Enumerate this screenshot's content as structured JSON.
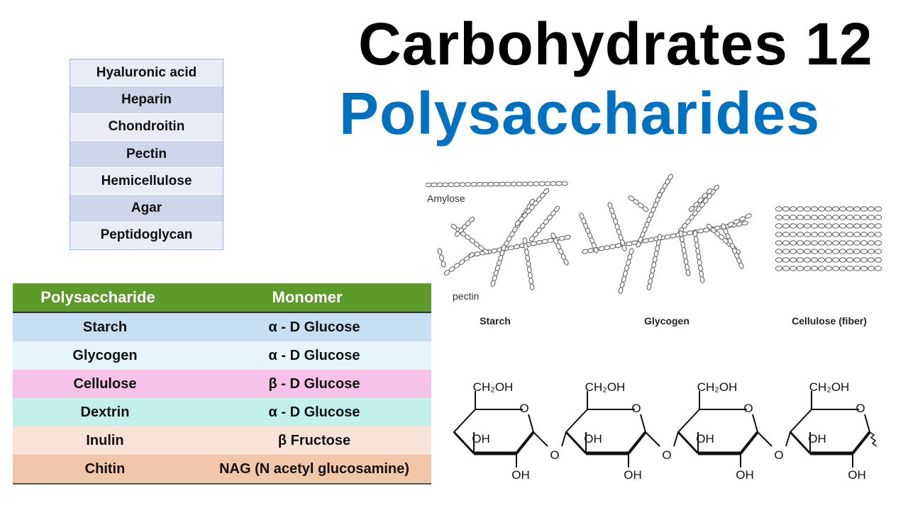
{
  "title": {
    "line1": "Carbohydrates 12",
    "line2": "Polysaccharides"
  },
  "list_table": [
    "Hyaluronic acid",
    "Heparin",
    "Chondroitin",
    "Pectin",
    "Hemicellulose",
    "Agar",
    "Peptidoglycan"
  ],
  "poly_table": {
    "headers": [
      "Polysaccharide",
      "Monomer"
    ],
    "rows": [
      {
        "name": "Starch",
        "monomer": "α - D Glucose",
        "color": "#c6dff2"
      },
      {
        "name": "Glycogen",
        "monomer": "α - D Glucose",
        "color": "#e5f5fb"
      },
      {
        "name": "Cellulose",
        "monomer": "β - D Glucose",
        "color": "#f6c2ea"
      },
      {
        "name": "Dextrin",
        "monomer": "α - D Glucose",
        "color": "#c3f1ea"
      },
      {
        "name": "Inulin",
        "monomer": "β Fructose",
        "color": "#f9e3d6"
      },
      {
        "name": "Chitin",
        "monomer": "NAG (N acetyl glucosamine)",
        "color": "#f2c6a8"
      }
    ]
  },
  "diagram_labels": {
    "amylose": "Amylose",
    "amylopectin": "pectin",
    "starch": "Starch",
    "glycogen": "Glycogen",
    "cellulose": "Cellulose (fiber)"
  },
  "structure_labels": {
    "ch2oh": "CH₂OH",
    "oh": "OH",
    "o": "O"
  }
}
